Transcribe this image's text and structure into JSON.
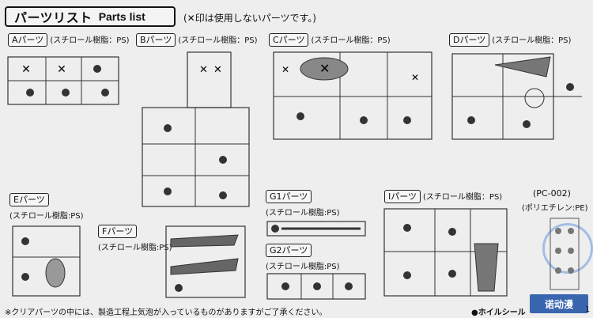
{
  "title": {
    "jp": "パーツリスト",
    "en": "Parts list"
  },
  "note_top": "(✕印は使用しないパーツです。)",
  "sections": {
    "A": {
      "label": "Aパーツ",
      "material": "(スチロール樹脂：PS)"
    },
    "B": {
      "label": "Bパーツ",
      "material": "(スチロール樹脂：PS)"
    },
    "C": {
      "label": "Cパーツ",
      "material": "(スチロール樹脂：PS)"
    },
    "D": {
      "label": "Dパーツ",
      "material": "(スチロール樹脂：PS)"
    },
    "E": {
      "label": "Eパーツ",
      "material": "(スチロール樹脂:PS)"
    },
    "F": {
      "label": "Fパーツ",
      "material": "(スチロール樹脂:PS)"
    },
    "G1": {
      "label": "G1パーツ",
      "material": "(スチロール樹脂:PS)"
    },
    "G2": {
      "label": "G2パーツ",
      "material": "(スチロール樹脂:PS)"
    },
    "I": {
      "label": "Iパーツ",
      "material": "(スチロール樹脂：PS)"
    },
    "PC": {
      "label": "(PC-002)",
      "material": "(ポリエチレン:PE)"
    }
  },
  "footer": {
    "note": "※クリアパーツの中には、製造工程上気泡が入っているものがありますがご了承ください。",
    "seal": "●ホイルシール",
    "page_number": "1"
  },
  "watermark": "诺动漫",
  "colors": {
    "background": "#eeeeee",
    "line": "#222222",
    "watermark": "#3a66b0"
  }
}
